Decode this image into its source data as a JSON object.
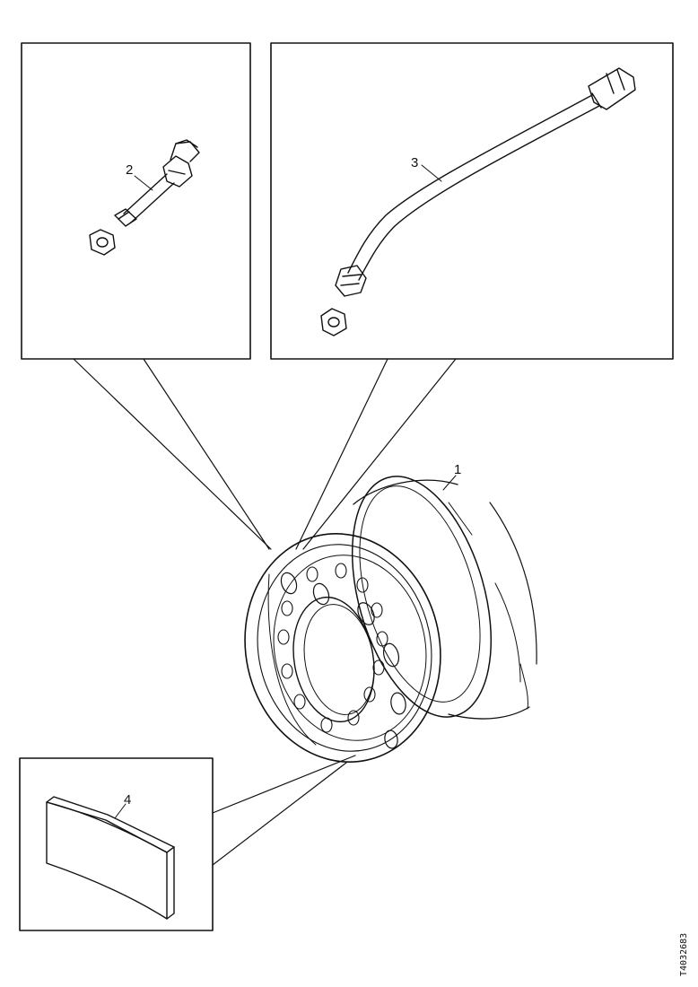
{
  "callouts": {
    "wheel_rim": "1",
    "short_valve_extension": "2",
    "long_valve_extension": "3",
    "balance_weight": "4"
  },
  "reference_code": "T4032683"
}
